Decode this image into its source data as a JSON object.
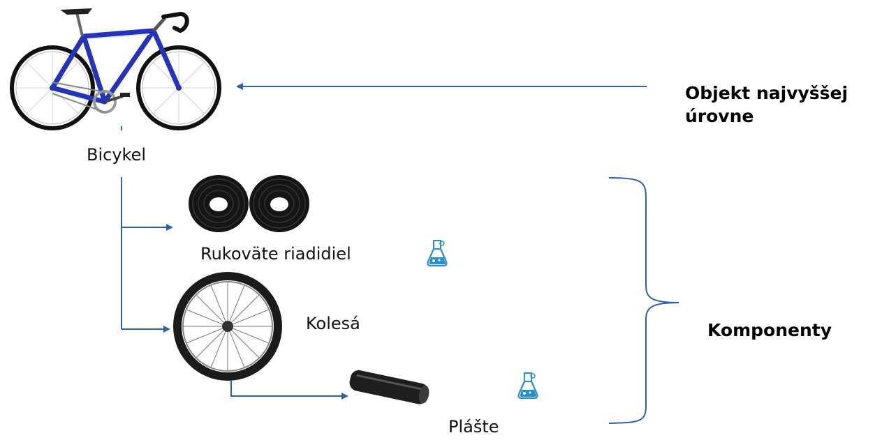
{
  "colors": {
    "connector": "#2f5fa8",
    "bike_frame": "#2434b8",
    "tire": "#1b1b1b",
    "chem_icon": "#2a8fc8"
  },
  "icons": {
    "bicycle": "bicycle-icon",
    "handlebar_tape": "handlebar-tape-icon",
    "wheel": "wheel-icon",
    "tire": "tire-icon",
    "chemical": "chemical-flask-icon"
  },
  "nodes": {
    "bicycle": "Bicykel",
    "handlebar_grips": "Rukoväte riadidiel",
    "wheels": "Kolesá",
    "tires": "Plášte"
  },
  "annotations": {
    "top_level_line1": "Objekt najvyššej",
    "top_level_line2": "úrovne",
    "components": "Komponenty"
  }
}
